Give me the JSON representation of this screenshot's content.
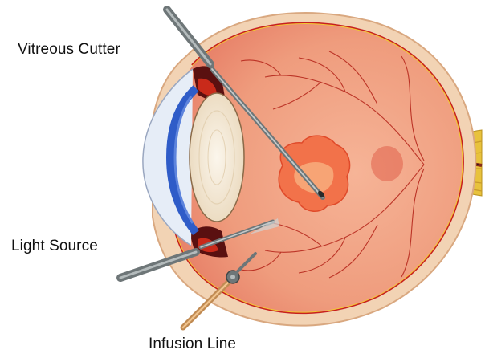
{
  "labels": {
    "vitreous_cutter": "Vitreous Cutter",
    "light_source": "Light Source",
    "infusion_line": "Infusion Line"
  },
  "colors": {
    "sclera": "#f2d3b4",
    "retina": "#ee9a7a",
    "vessels": "#b32117",
    "cornea": "#2f5cc8",
    "lens": "#f8efe0",
    "optic_nerve": "#e8c23c",
    "instrument_steel": "#7f8789",
    "infusion_tube": "#d8a56c",
    "detachment": "#f2724a"
  }
}
